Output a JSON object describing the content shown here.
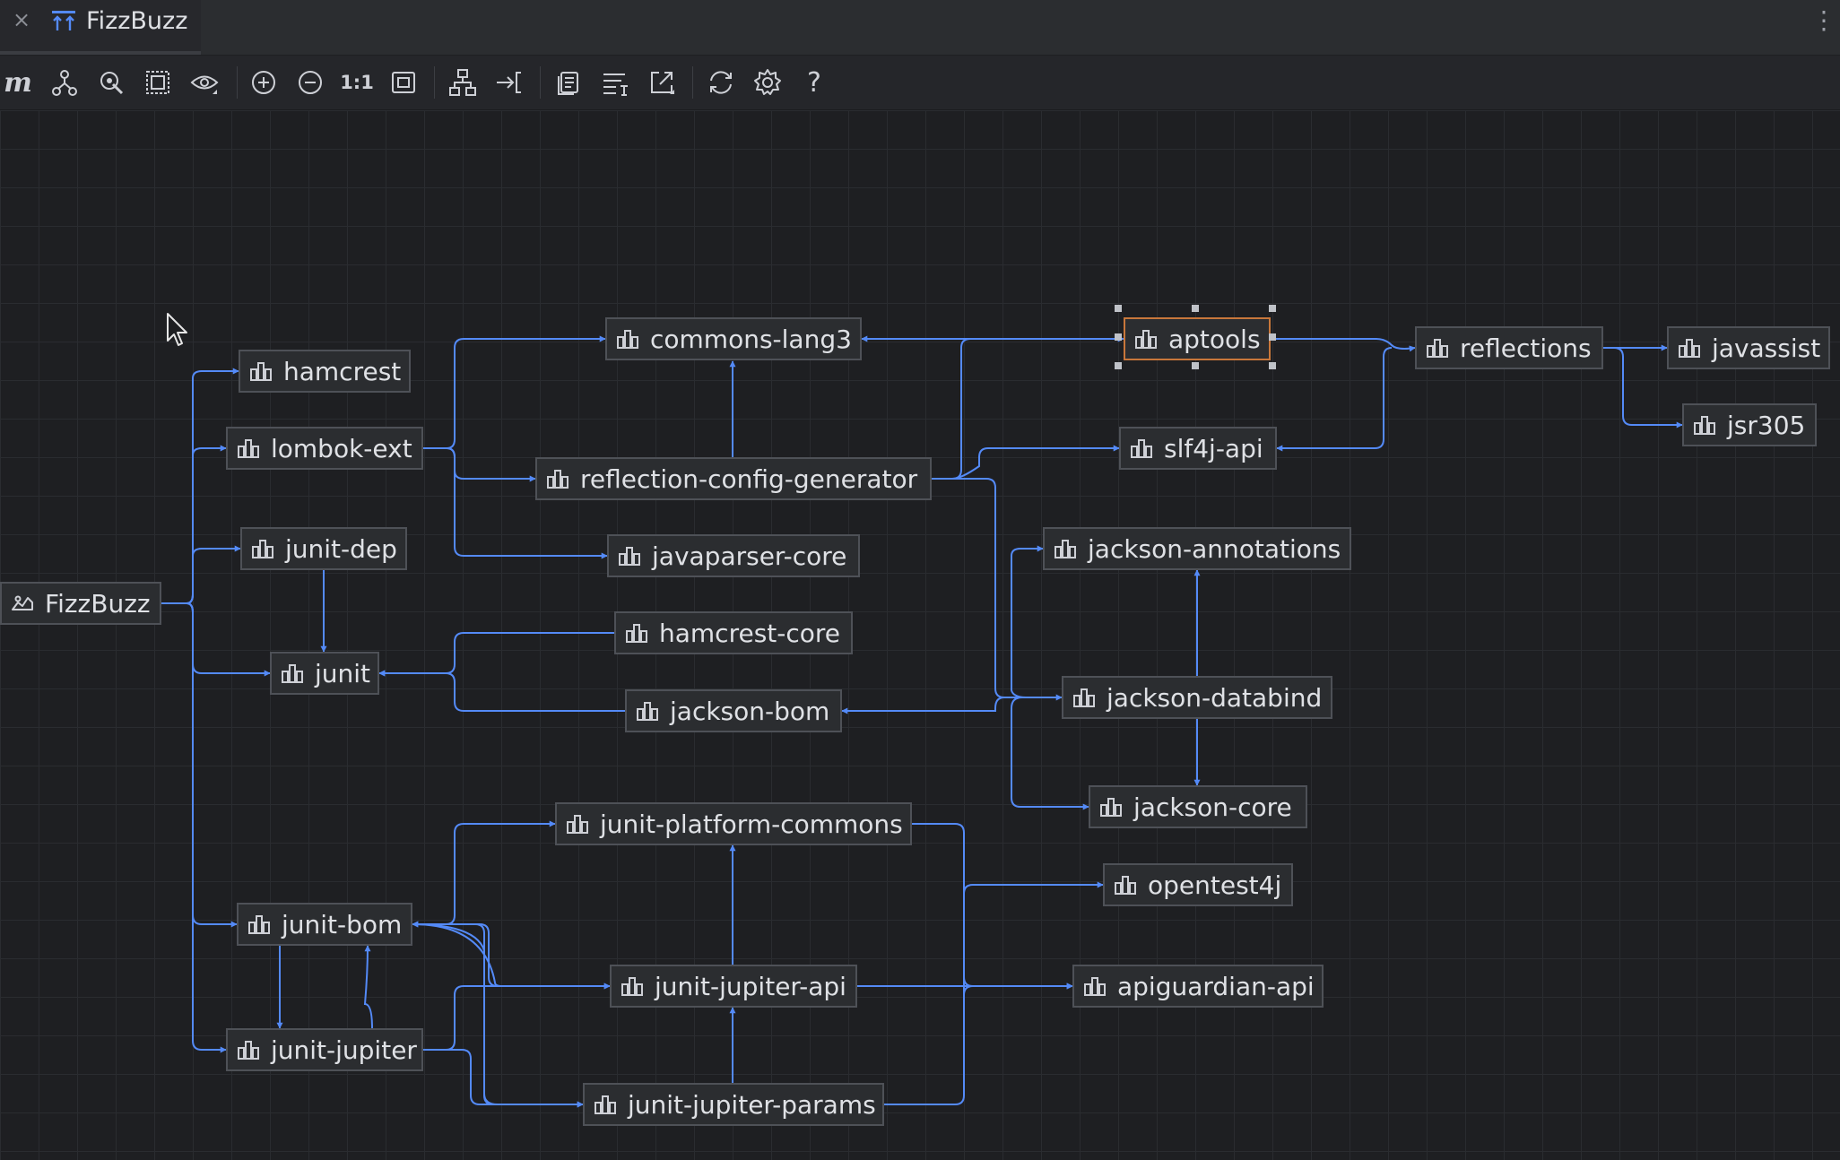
{
  "tab": {
    "title": "FizzBuzz",
    "close": "×",
    "icon": "diagram-tab-icon"
  },
  "window": {
    "more_menu": "⋮"
  },
  "toolbar": {
    "m_label": "m",
    "actual_size_label": "1:1",
    "buttons": [
      "maven-icon",
      "show-dependencies-icon",
      "neighborhood-icon",
      "select-all-icon",
      "visibility-icon",
      "zoom-in-icon",
      "zoom-out-icon",
      "actual-size",
      "fit-content-icon",
      "layout-icon",
      "jump-to-source-icon",
      "copy-to-clipboard-icon",
      "filter-icon",
      "export-icon",
      "refresh-icon",
      "settings-icon",
      "help-icon"
    ],
    "help_label": "?"
  },
  "diagram": {
    "root": "FizzBuzz",
    "modules": [
      "hamcrest",
      "lombok-ext",
      "junit-dep",
      "junit",
      "commons-lang3",
      "reflection-config-generator",
      "javaparser-core",
      "hamcrest-core",
      "jackson-bom",
      "aptools",
      "slf4j-api",
      "reflections",
      "javassist",
      "jsr305",
      "jackson-annotations",
      "jackson-databind",
      "jackson-core",
      "junit-platform-commons",
      "opentest4j",
      "junit-bom",
      "junit-jupiter-api",
      "apiguardian-api",
      "junit-jupiter",
      "junit-jupiter-params"
    ],
    "selected": "aptools",
    "accent": "#548af7",
    "selection_color": "#c8773b"
  }
}
